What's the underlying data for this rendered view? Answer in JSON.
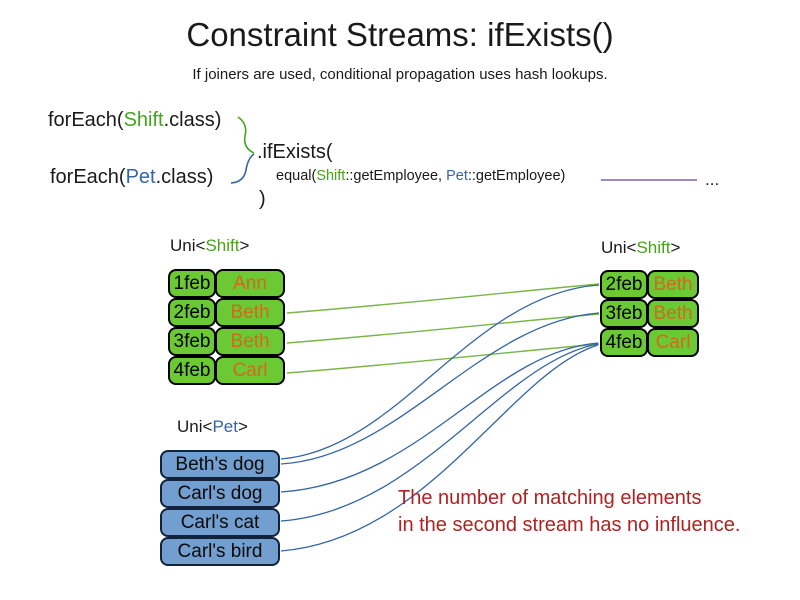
{
  "title": "Constraint Streams: ifExists()",
  "subtitle": "If joiners are used, conditional propagation uses hash lookups.",
  "code": {
    "foreach_shift": {
      "pre": "forEach(",
      "cls": "Shift",
      "post": ".class)"
    },
    "foreach_pet": {
      "pre": "forEach(",
      "cls": "Pet",
      "post": ".class)"
    },
    "if_exists": ".ifExists(",
    "equal": {
      "pre": "equal(",
      "shift": "Shift",
      "mid": "::getEmployee, ",
      "pet": "Pet",
      "post": "::getEmployee)"
    },
    "close_paren": ")",
    "ellipsis": "..."
  },
  "left_table": {
    "header_pre": "Uni<",
    "header_type": "Shift",
    "header_post": ">",
    "rows": [
      {
        "date": "1feb",
        "name": "Ann"
      },
      {
        "date": "2feb",
        "name": "Beth"
      },
      {
        "date": "3feb",
        "name": "Beth"
      },
      {
        "date": "4feb",
        "name": "Carl"
      }
    ]
  },
  "right_table": {
    "header_pre": "Uni<",
    "header_type": "Shift",
    "header_post": ">",
    "rows": [
      {
        "date": "2feb",
        "name": "Beth"
      },
      {
        "date": "3feb",
        "name": "Beth"
      },
      {
        "date": "4feb",
        "name": "Carl"
      }
    ]
  },
  "pet_table": {
    "header_pre": "Uni<",
    "header_type": "Pet",
    "header_post": ">",
    "rows": [
      "Beth's dog",
      "Carl's dog",
      "Carl's cat",
      "Carl's bird"
    ]
  },
  "note": {
    "line1": "The number of matching elements",
    "line2": "in the second stream has no influence."
  },
  "colors": {
    "shift_green_text": "#44a51c",
    "pet_blue_text": "#3465a4",
    "shift_box_fill": "#6bca33",
    "pet_box_fill": "#729fcf",
    "name_orange": "#d2691e",
    "match_line_green": "#7ab648",
    "match_line_blue": "#3465a4",
    "joiner_line_purple": "#8064a2",
    "note_red": "#b02222"
  }
}
